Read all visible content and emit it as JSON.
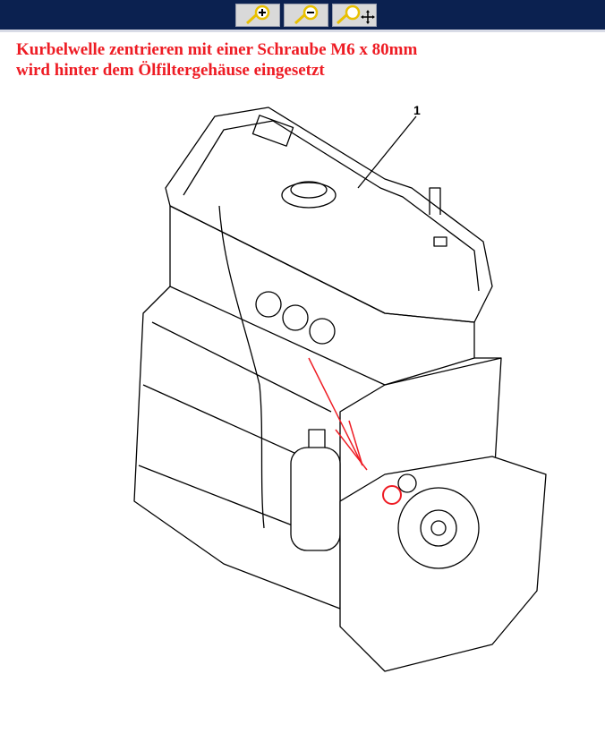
{
  "toolbar": {
    "buttons": [
      {
        "name": "zoom-in",
        "icon": "magnifier-plus-icon"
      },
      {
        "name": "zoom-out",
        "icon": "magnifier-minus-icon"
      },
      {
        "name": "zoom-pan",
        "icon": "magnifier-move-icon"
      }
    ],
    "background": "#0b2150"
  },
  "caption": {
    "line1": "Kurbelwelle zentrieren mit einer Schraube M6 x 80mm",
    "line2": "wird hinter dem Ölfiltergehäuse eingesetzt",
    "color": "#ee1c24"
  },
  "diagram": {
    "callout_label": "1",
    "annotation_color": "#ee1c24"
  }
}
